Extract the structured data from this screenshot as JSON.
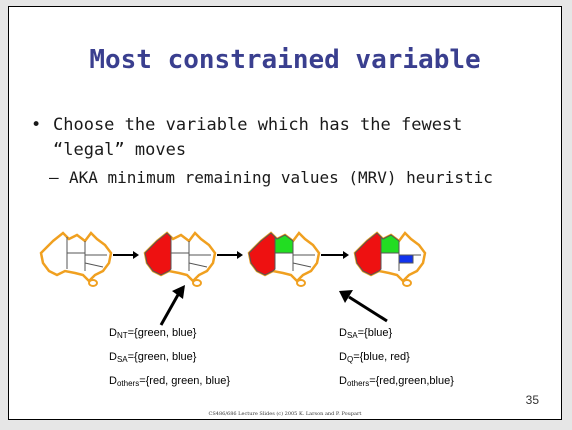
{
  "slide": {
    "title": "Most constrained variable",
    "bullet": "Choose the variable which has the fewest “legal” moves",
    "bullet_marker": "•",
    "sub_bullet": "AKA minimum remaining values (MRV) heuristic",
    "sub_marker": "–",
    "left_domains": [
      {
        "base": "D",
        "sub": "NT",
        "rest": "={green, blue}"
      },
      {
        "base": "D",
        "sub": "SA",
        "rest": "={green, blue}"
      },
      {
        "base": "D",
        "sub": "others",
        "rest": "={red, green, blue}"
      }
    ],
    "right_domains": [
      {
        "base": "D",
        "sub": "SA",
        "rest": "={blue}"
      },
      {
        "base": "D",
        "sub": "Q",
        "rest": "={blue, red}"
      },
      {
        "base": "D",
        "sub": "others",
        "rest": "={red,green,blue}"
      }
    ],
    "page_number": "35",
    "footer": "CS486/686 Lecture Slides (c) 2005  K. Larson and P. Poupart"
  },
  "colors": {
    "title": "#3a3f8f",
    "map_outline": "#f0a020",
    "red": "#ee1111",
    "green": "#22dd22",
    "blue": "#1133ee"
  }
}
